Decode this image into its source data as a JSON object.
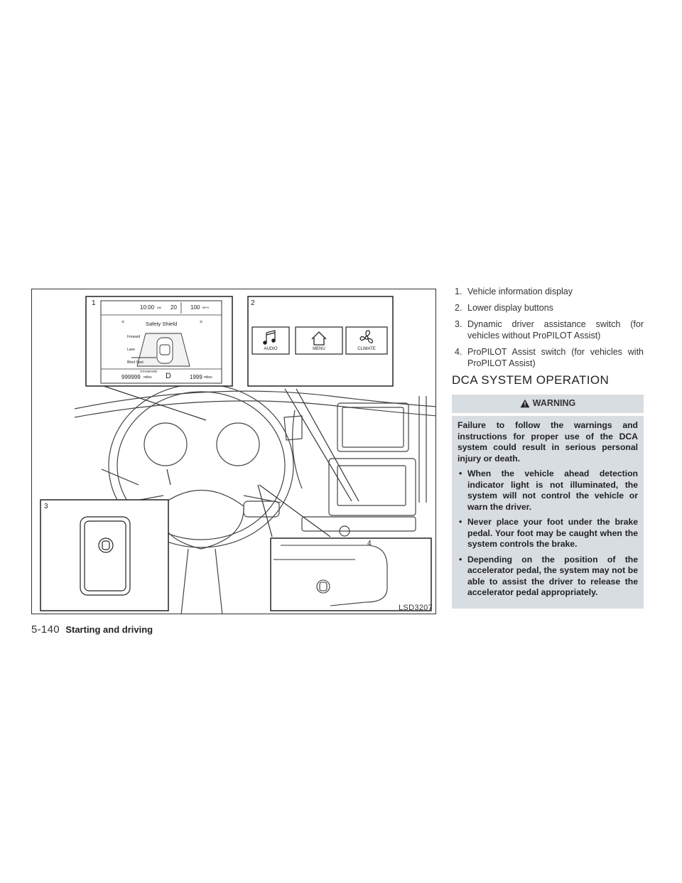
{
  "figure": {
    "code": "LSD3207",
    "callouts": [
      "1",
      "2",
      "3",
      "4"
    ],
    "display": {
      "time": "10:00",
      "time_suffix": "AM",
      "temp": "20",
      "speed": "100",
      "speed_unit": "MPH",
      "title": "Safety Shield",
      "nav_left": "<",
      "nav_right": ">",
      "label_forward": "Forward",
      "label_lane": "Lane",
      "label_blind": "Blind Spot",
      "mode": "STANDARD",
      "odometer": "999999",
      "odometer_unit": "miles",
      "gear": "D",
      "range": "1999",
      "range_unit": "miles"
    },
    "buttons": [
      "AUDIO",
      "MENU",
      "CLIMATE"
    ]
  },
  "list": [
    {
      "num": "1.",
      "text": "Vehicle information display"
    },
    {
      "num": "2.",
      "text": "Lower display buttons"
    },
    {
      "num": "3.",
      "text": "Dynamic driver assistance switch (for vehicles without ProPILOT Assist)"
    },
    {
      "num": "4.",
      "text": "ProPILOT Assist switch (for vehicles with ProPILOT Assist)"
    }
  ],
  "section_heading": "DCA SYSTEM OPERATION",
  "warning": {
    "title": "WARNING",
    "intro": "Failure to follow the warnings and instructions for proper use of the DCA system could result in serious personal injury or death.",
    "bullets": [
      "When the vehicle ahead detection indicator light is not illuminated, the system will not control the vehicle or warn the driver.",
      "Never place your foot under the brake pedal. Your foot may be caught when the system controls the brake.",
      "Depending on the position of the accelerator pedal, the system may not be able to assist the driver to release the accelerator pedal appropriately."
    ]
  },
  "footer": {
    "page": "5-140",
    "section": "Starting and driving"
  }
}
